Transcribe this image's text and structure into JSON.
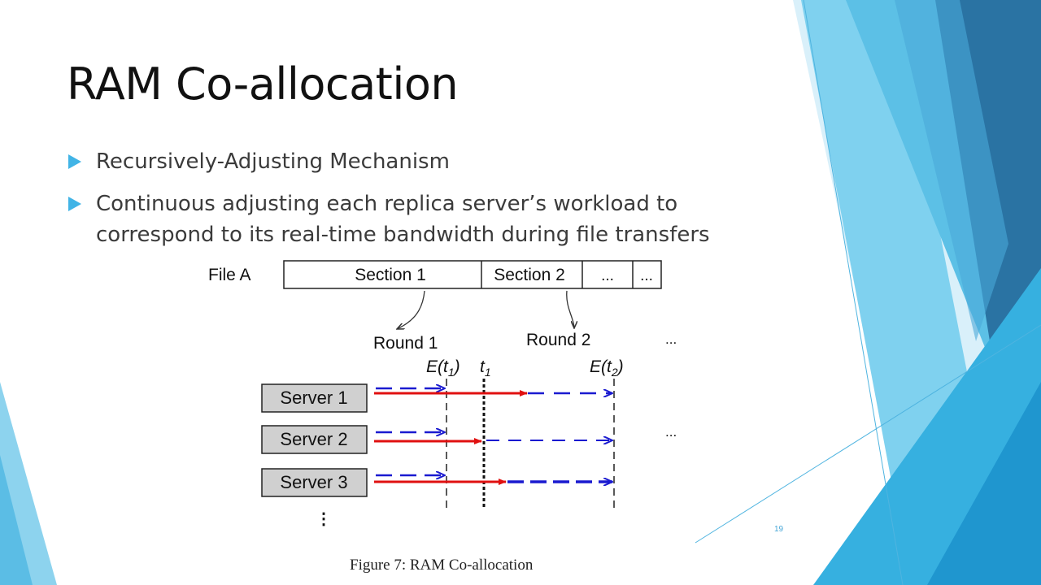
{
  "slide": {
    "title": "RAM Co-allocation",
    "bullets": [
      "Recursively-Adjusting Mechanism",
      "Continuous adjusting each replica server’s workload to correspond to its real-time bandwidth during file transfers"
    ],
    "page_number": "19"
  },
  "figure": {
    "file_label": "File A",
    "sections": [
      "Section 1",
      "Section 2",
      "...",
      "..."
    ],
    "rounds": [
      "Round 1",
      "Round 2",
      "..."
    ],
    "time_labels": {
      "e_t1_base": "E(t",
      "e_t1_sub": "1",
      "e_t1_close": ")",
      "t1_base": "t",
      "t1_sub": "1",
      "e_t2_base": "E(t",
      "e_t2_sub": "2",
      "e_t2_close": ")"
    },
    "servers": [
      "Server 1",
      "Server 2",
      "Server 3"
    ],
    "ellipsis_right": "...",
    "vertical_dots": "⋮",
    "caption": "Figure 7: RAM Co-allocation"
  },
  "colors": {
    "accent": "#41b4e6",
    "arrow_red": "#e01010",
    "arrow_blue": "#1a1ad0",
    "server_box": "#d0d0d0"
  }
}
